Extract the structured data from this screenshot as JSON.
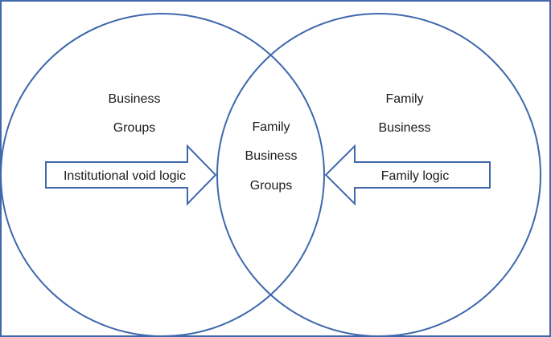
{
  "colors": {
    "stroke": "#3f68ad",
    "text": "#1a1a1a",
    "background": "#ffffff"
  },
  "diagram": {
    "left_circle": {
      "line1": "Business",
      "line2": "Groups"
    },
    "right_circle": {
      "line1": "Family",
      "line2": "Business"
    },
    "intersection": {
      "line1": "Family",
      "line2": "Business",
      "line3": "Groups"
    },
    "left_arrow": {
      "label": "Institutional void logic",
      "direction": "right"
    },
    "right_arrow": {
      "label": "Family logic",
      "direction": "left"
    }
  }
}
